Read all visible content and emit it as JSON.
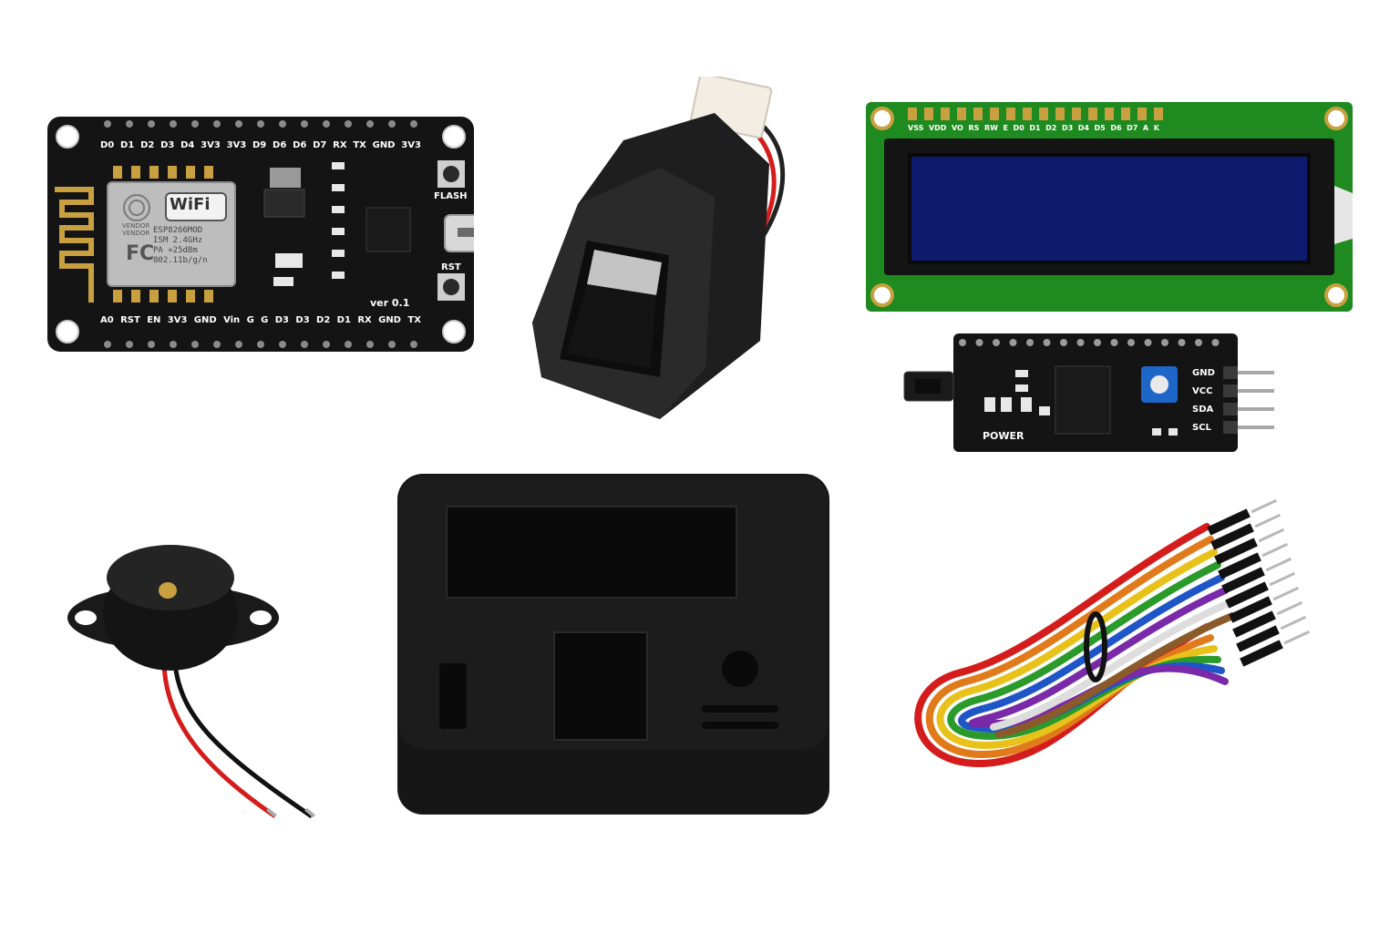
{
  "board": {
    "top_pins": [
      "D0",
      "D1",
      "D2",
      "D3",
      "D4",
      "3V3",
      "3V3",
      "D9",
      "D6",
      "D6",
      "D7",
      "RX",
      "TX",
      "GND",
      "3V3"
    ],
    "bottom_pins": [
      "A0",
      "RST",
      "EN",
      "3V3",
      "GND",
      "Vin",
      "G",
      "G",
      "D3",
      "D3",
      "D2",
      "D1",
      "RX",
      "GND",
      "TX"
    ],
    "wifi_logo": "WiFi",
    "module_lines": [
      "VENDOR",
      "VENDOR",
      "ESP8266MOD",
      "ISM 2.4GHz",
      "PA +25dBm",
      "802.11b/g/n"
    ],
    "fc_mark": "FC",
    "flash_label": "FLASH",
    "rst_label": "RST",
    "version": "ver 0.1"
  },
  "lcd": {
    "pins": [
      "VSS",
      "VDD",
      "VO",
      "RS",
      "RW",
      "E",
      "D0",
      "D1",
      "D2",
      "D3",
      "D4",
      "D5",
      "D6",
      "D7",
      "A",
      "K"
    ],
    "screen_color": "#0d1a6e",
    "pcb_color": "#1f8a1f"
  },
  "i2c": {
    "pins": [
      "GND",
      "VCC",
      "SDA",
      "SCL"
    ],
    "power_label": "POWER",
    "pot_color": "#1e66c8"
  },
  "colors": {
    "pcb_black": "#141414",
    "gold": "#c8a040",
    "enclosure": "#1c1c1c",
    "wire_red": "#d41c1c",
    "wire_black": "#111111"
  },
  "icons": {
    "board": "nodemcu-board-icon",
    "fingerprint": "fingerprint-sensor-icon",
    "lcd": "lcd-display-icon",
    "i2c": "i2c-adapter-icon",
    "buzzer": "buzzer-icon",
    "enclosure": "enclosure-icon",
    "wires": "jumper-wires-icon"
  }
}
